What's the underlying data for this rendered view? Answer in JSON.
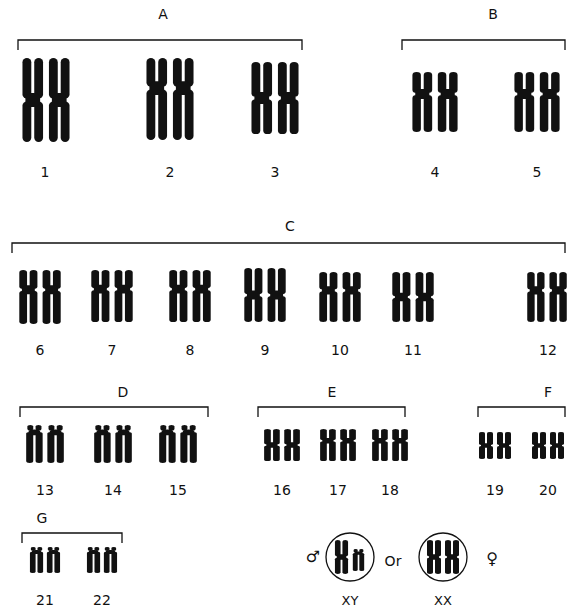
{
  "diagram": {
    "labels": [
      "A",
      "B",
      "1",
      "2",
      "3",
      "4",
      "5",
      "C",
      "6",
      "7",
      "8",
      "9",
      "10",
      "11",
      "12",
      "D",
      "E",
      "F",
      "13",
      "14",
      "15",
      "16",
      "17",
      "18",
      "19",
      "20",
      "G",
      "21",
      "22",
      "♂",
      "XY",
      "Or",
      "XX",
      "♀"
    ]
  }
}
